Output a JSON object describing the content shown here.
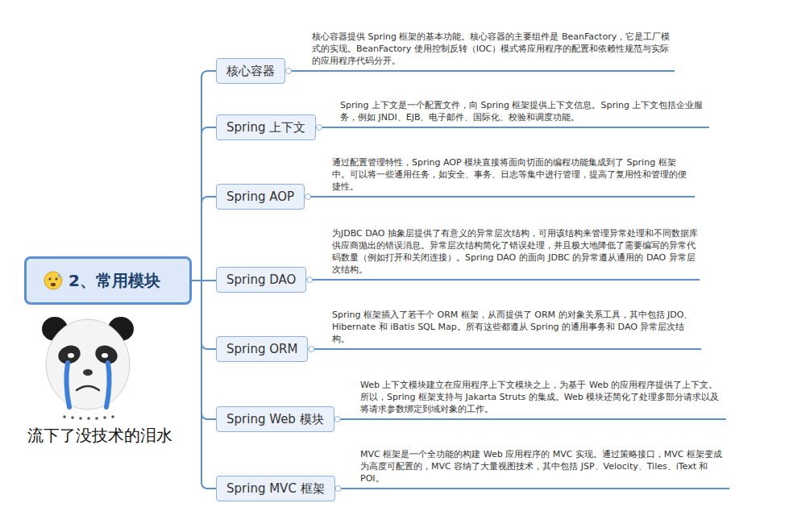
{
  "diagram": {
    "nodes": [
      {
        "text": [
          "2、常用模块"
        ]
      },
      {
        "text": [
          "核心容器"
        ]
      },
      {
        "text": [
          "核心容器提供 Spring 框架的基本功能。核心容器的主要组件是 BeanFactory，它是工厂模式的实现。BeanFactory 使用控制反转（IOC）模式将应用程序的配置和依赖性规范与实际的应用程序代码分开。"
        ]
      },
      {
        "text": [
          "Spring 上下文"
        ]
      },
      {
        "text": [
          "Spring 上下文是一个配置文件，向 Spring 框架提供上下文信息。Spring 上下文包括企业服务，例如 JNDI、EJB、电子邮件、国际化、校验和调度功能。"
        ]
      },
      {
        "text": [
          "Spring AOP"
        ]
      },
      {
        "text": [
          "通过配置管理特性，Spring AOP 模块直接将面向切面的编程功能集成到了 Spring 框架中。可以将一些通用任务，如安全、事务、日志等集中进行管理，提高了复用性和管理的便捷性。"
        ]
      },
      {
        "text": [
          "Spring DAO"
        ]
      },
      {
        "text": [
          "为JDBC DAO 抽象层提供了有意义的异常层次结构，可用该结构来管理异常处理和不同数据库供应商抛出的错误消息。异常层次结构简化了错误处理，并且极大地降低了需要编写的异常代码数量（例如打开和关闭连接）。Spring DAO 的面向 JDBC 的异常遵从通用的 DAO 异常层次结构。"
        ]
      },
      {
        "text": [
          "Spring ORM"
        ]
      },
      {
        "text": [
          "Spring 框架插入了若干个 ORM 框架，从而提供了 ORM 的对象关系工具，其中包括 JDO、Hibernate 和 iBatis SQL Map。所有这些都遵从 Spring 的通用事务和 DAO 异常层次结构。"
        ]
      },
      {
        "text": [
          "Spring Web 模块"
        ]
      },
      {
        "text": [
          "Web 上下文模块建立在应用程序上下文模块之上，为基于 Web 的应用程序提供了上下文。所以，Spring 框架支持与 Jakarta Struts 的集成。Web 模块还简化了处理多部分请求以及将请求参数绑定到域对象的工作。"
        ]
      },
      {
        "text": [
          "Spring MVC 框架"
        ]
      },
      {
        "text": [
          "MVC 框架是一个全功能的构建 Web 应用程序的 MVC 实现。通过策略接口，MVC 框架变成为高度可配置的，MVC 容纳了大量视图技术，其中包括 JSP、Velocity、Tiles、iText 和 POI。"
        ]
      }
    ],
    "edges": [
      {
        "from": 0,
        "to": 1,
        "arrow": "none"
      },
      {
        "from": 1,
        "to": 2,
        "arrow": "none"
      },
      {
        "from": 0,
        "to": 3,
        "arrow": "none"
      },
      {
        "from": 3,
        "to": 4,
        "arrow": "none"
      },
      {
        "from": 0,
        "to": 5,
        "arrow": "none"
      },
      {
        "from": 5,
        "to": 6,
        "arrow": "none"
      },
      {
        "from": 0,
        "to": 7,
        "arrow": "none"
      },
      {
        "from": 7,
        "to": 8,
        "arrow": "none"
      },
      {
        "from": 0,
        "to": 9,
        "arrow": "none"
      },
      {
        "from": 9,
        "to": 10,
        "arrow": "none"
      },
      {
        "from": 0,
        "to": 11,
        "arrow": "none"
      },
      {
        "from": 11,
        "to": 12,
        "arrow": "none"
      },
      {
        "from": 0,
        "to": 13,
        "arrow": "none"
      },
      {
        "from": 13,
        "to": 14,
        "arrow": "none"
      }
    ],
    "labels": [
      "流下了没技术的泪水"
    ]
  }
}
